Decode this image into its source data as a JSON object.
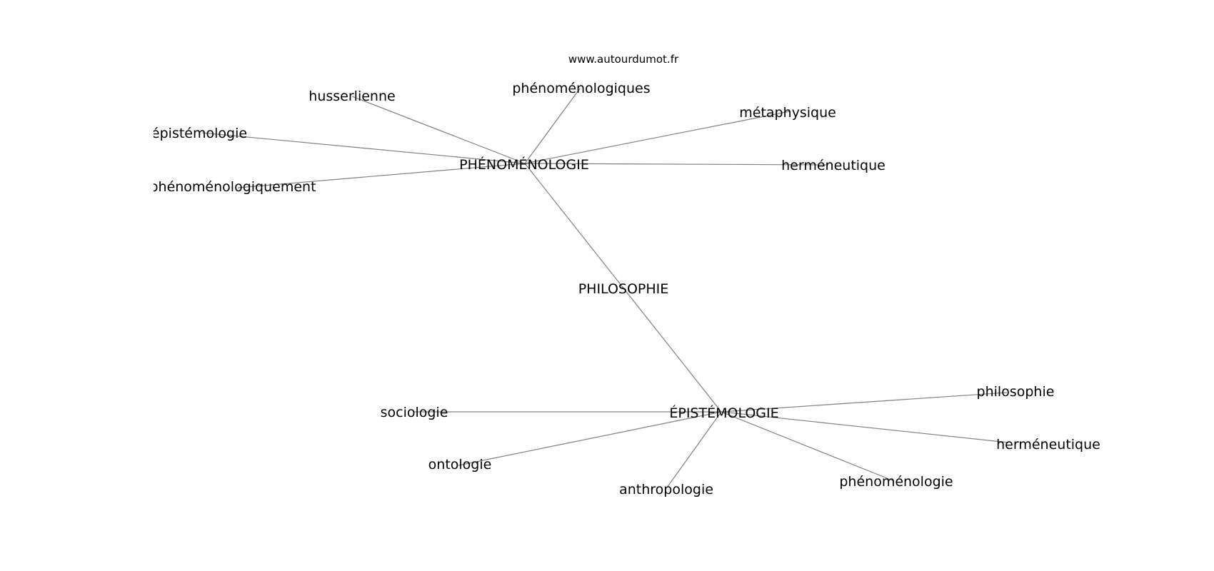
{
  "source_url": "www.autourdumot.fr",
  "center": "PHILOSOPHIE",
  "clusters": [
    {
      "hub": "PHÉNOMÉNOLOGIE",
      "neighbors": [
        "phénoménologiques",
        "husserlienne",
        "épistémologie",
        "phénoménologiquement",
        "métaphysique",
        "herméneutique"
      ]
    },
    {
      "hub": "ÉPISTÉMOLOGIE",
      "neighbors": [
        "sociologie",
        "ontologie",
        "anthropologie",
        "phénoménologie",
        "philosophie",
        "herméneutique"
      ]
    }
  ],
  "colors": {
    "edge": "#808080",
    "text": "#000000",
    "background": "#ffffff"
  }
}
